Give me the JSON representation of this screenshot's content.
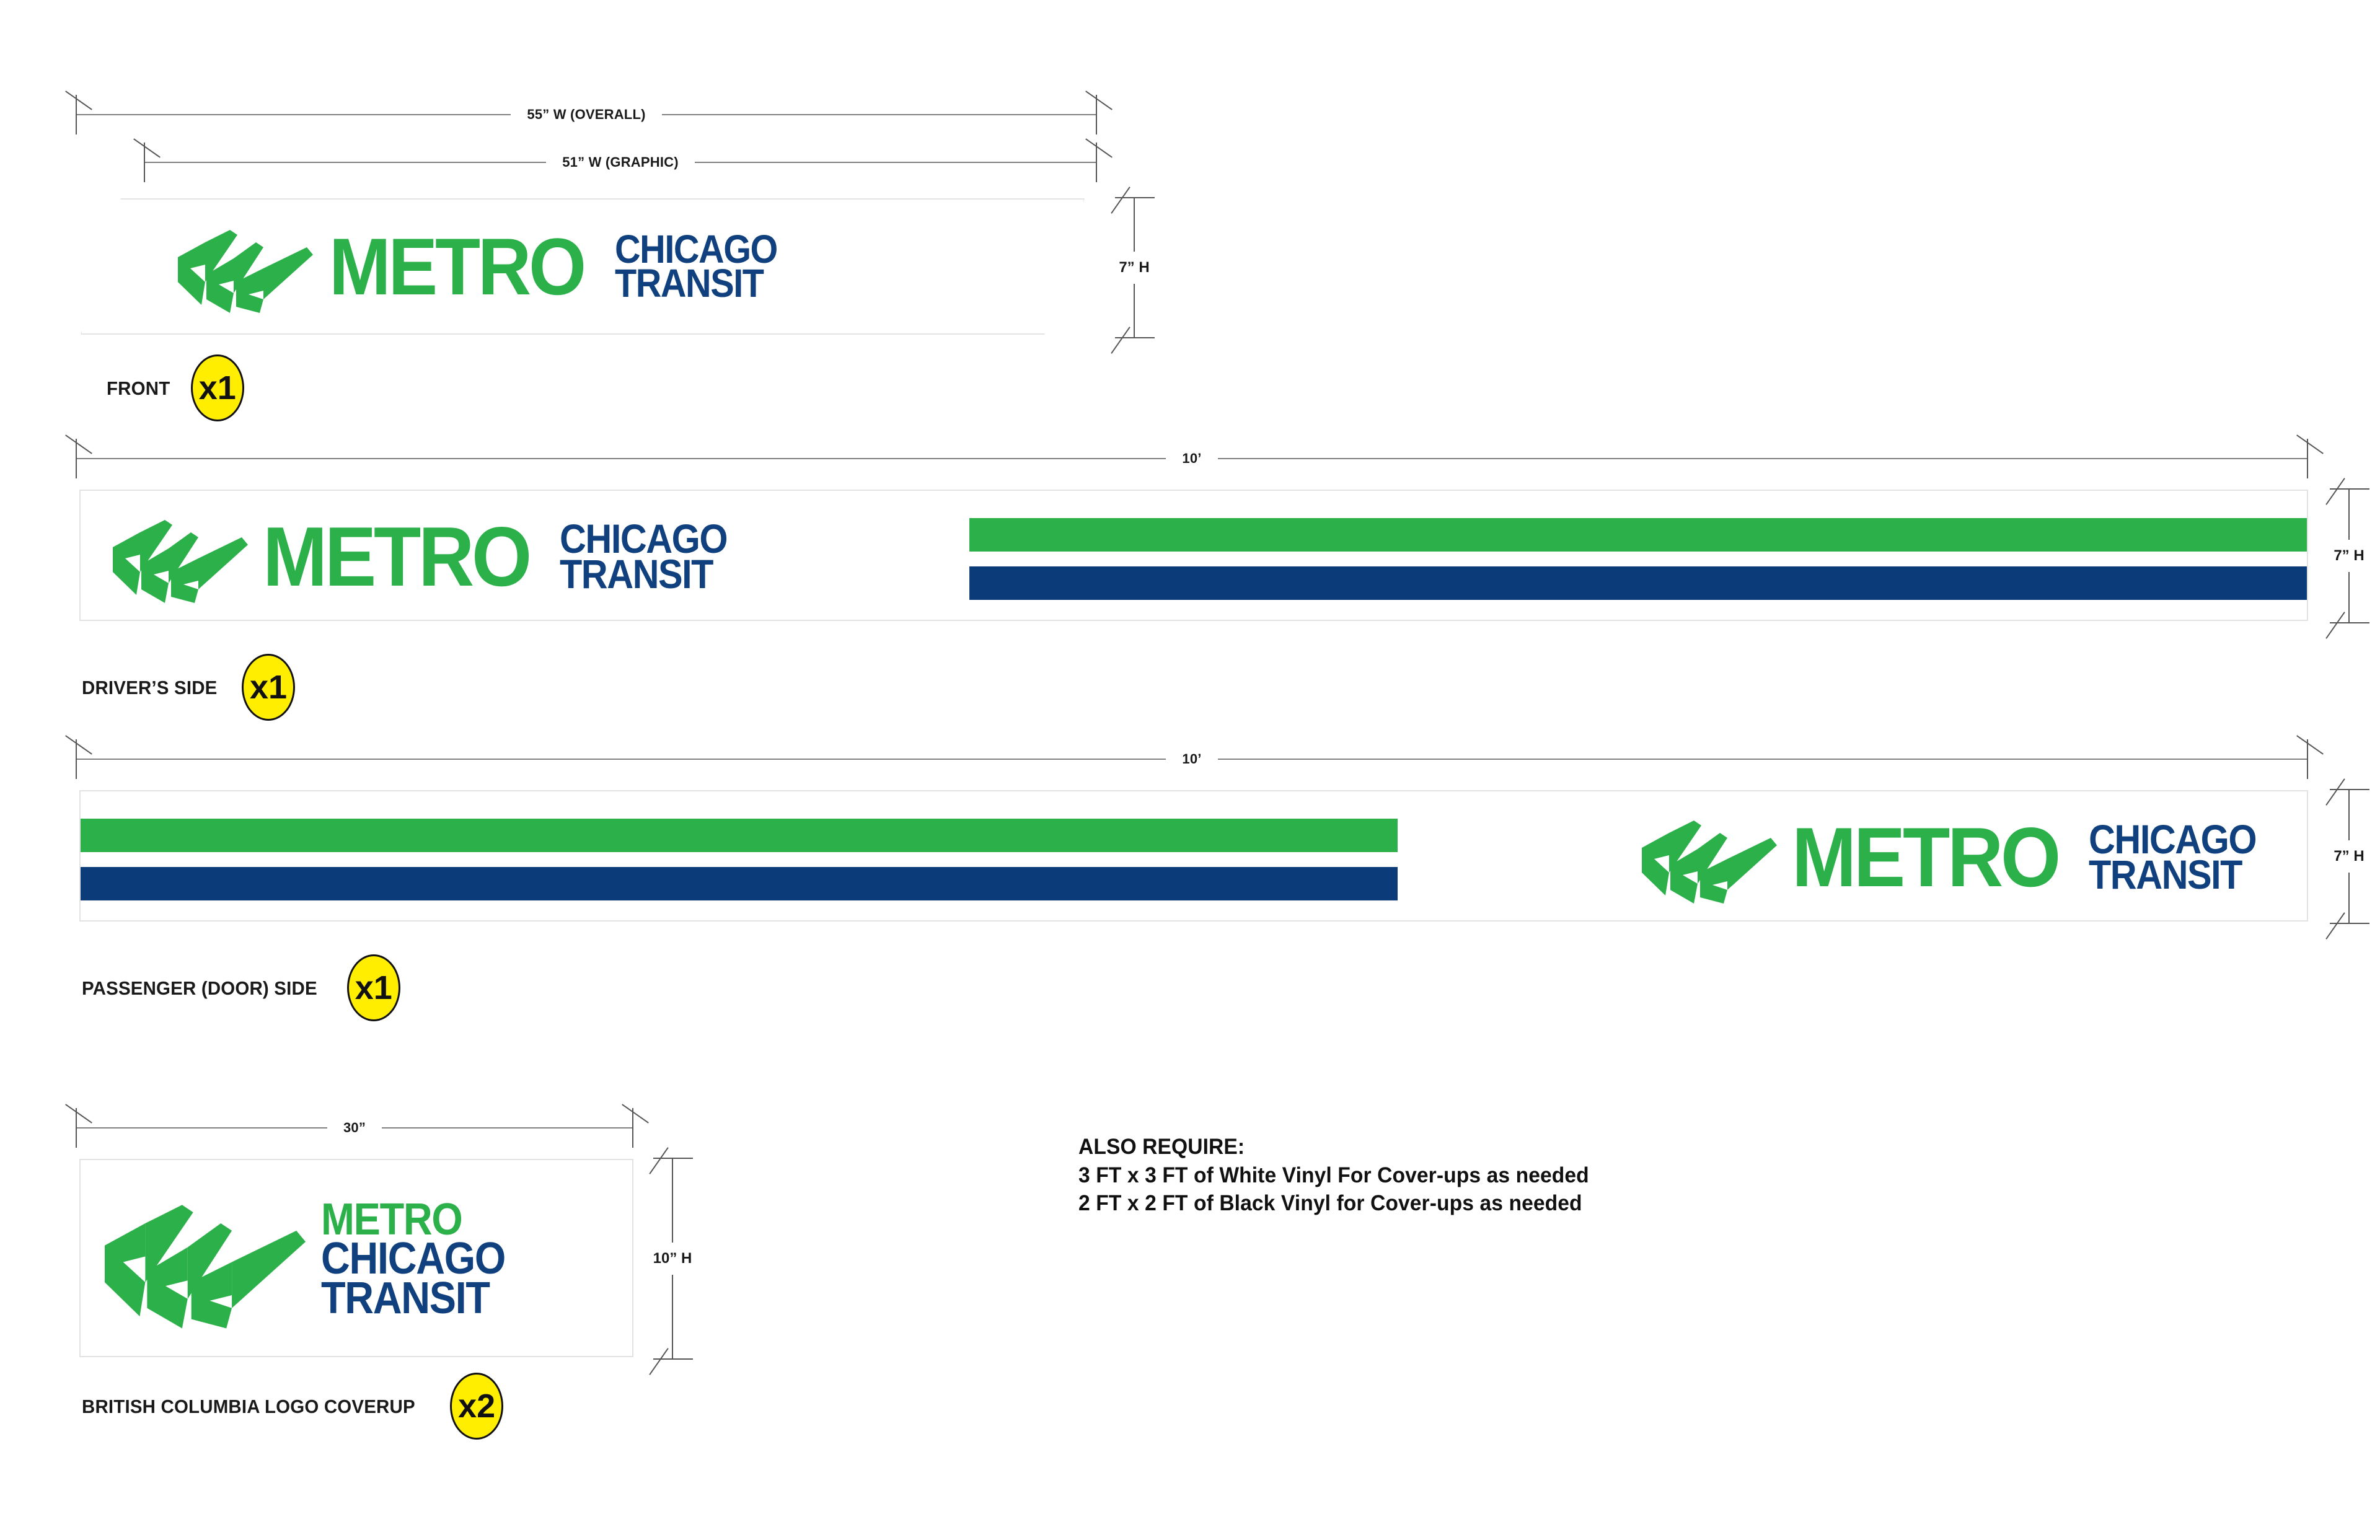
{
  "brand": {
    "green": "#2CB04A",
    "navy": "#10417E",
    "stripe_navy": "#0C3B79",
    "badge_yellow": "#FFEE00",
    "panel_border": "#e2e2e2",
    "dim_line": "#808080"
  },
  "logo": {
    "mark": "metro-chevrons-icon",
    "word_metro": "METRO",
    "word_chicago": "CHICAGO",
    "word_transit": "TRANSIT"
  },
  "panels": [
    {
      "id": "front",
      "caption": "FRONT",
      "qty": "x1",
      "dim_width_overall": "55” W (OVERALL)",
      "dim_width_graphic": "51” W (GRAPHIC)",
      "dim_height": "7” H",
      "shape": "parallelogram",
      "logo_side": "left",
      "has_stripes": false
    },
    {
      "id": "drivers-side",
      "caption": "DRIVER’S SIDE",
      "qty": "x1",
      "dim_width": "10’",
      "dim_height": "7” H",
      "shape": "rectangle",
      "logo_side": "left",
      "has_stripes": true
    },
    {
      "id": "passenger-side",
      "caption": "PASSENGER (DOOR) SIDE",
      "qty": "x1",
      "dim_width": "10’",
      "dim_height": "7” H",
      "shape": "rectangle",
      "logo_side": "right",
      "has_stripes": true
    },
    {
      "id": "bc-logo-coverup",
      "caption": "BRITISH COLUMBIA LOGO COVERUP",
      "qty": "x2",
      "dim_width": "30”",
      "dim_height": "10” H",
      "shape": "rectangle",
      "logo_side": "stacked",
      "has_stripes": false
    }
  ],
  "notes": {
    "heading": "ALSO REQUIRE:",
    "lines": [
      "3 FT x 3 FT of White Vinyl For Cover-ups as needed",
      "2 FT x 2 FT of Black Vinyl for Cover-ups as needed"
    ]
  }
}
